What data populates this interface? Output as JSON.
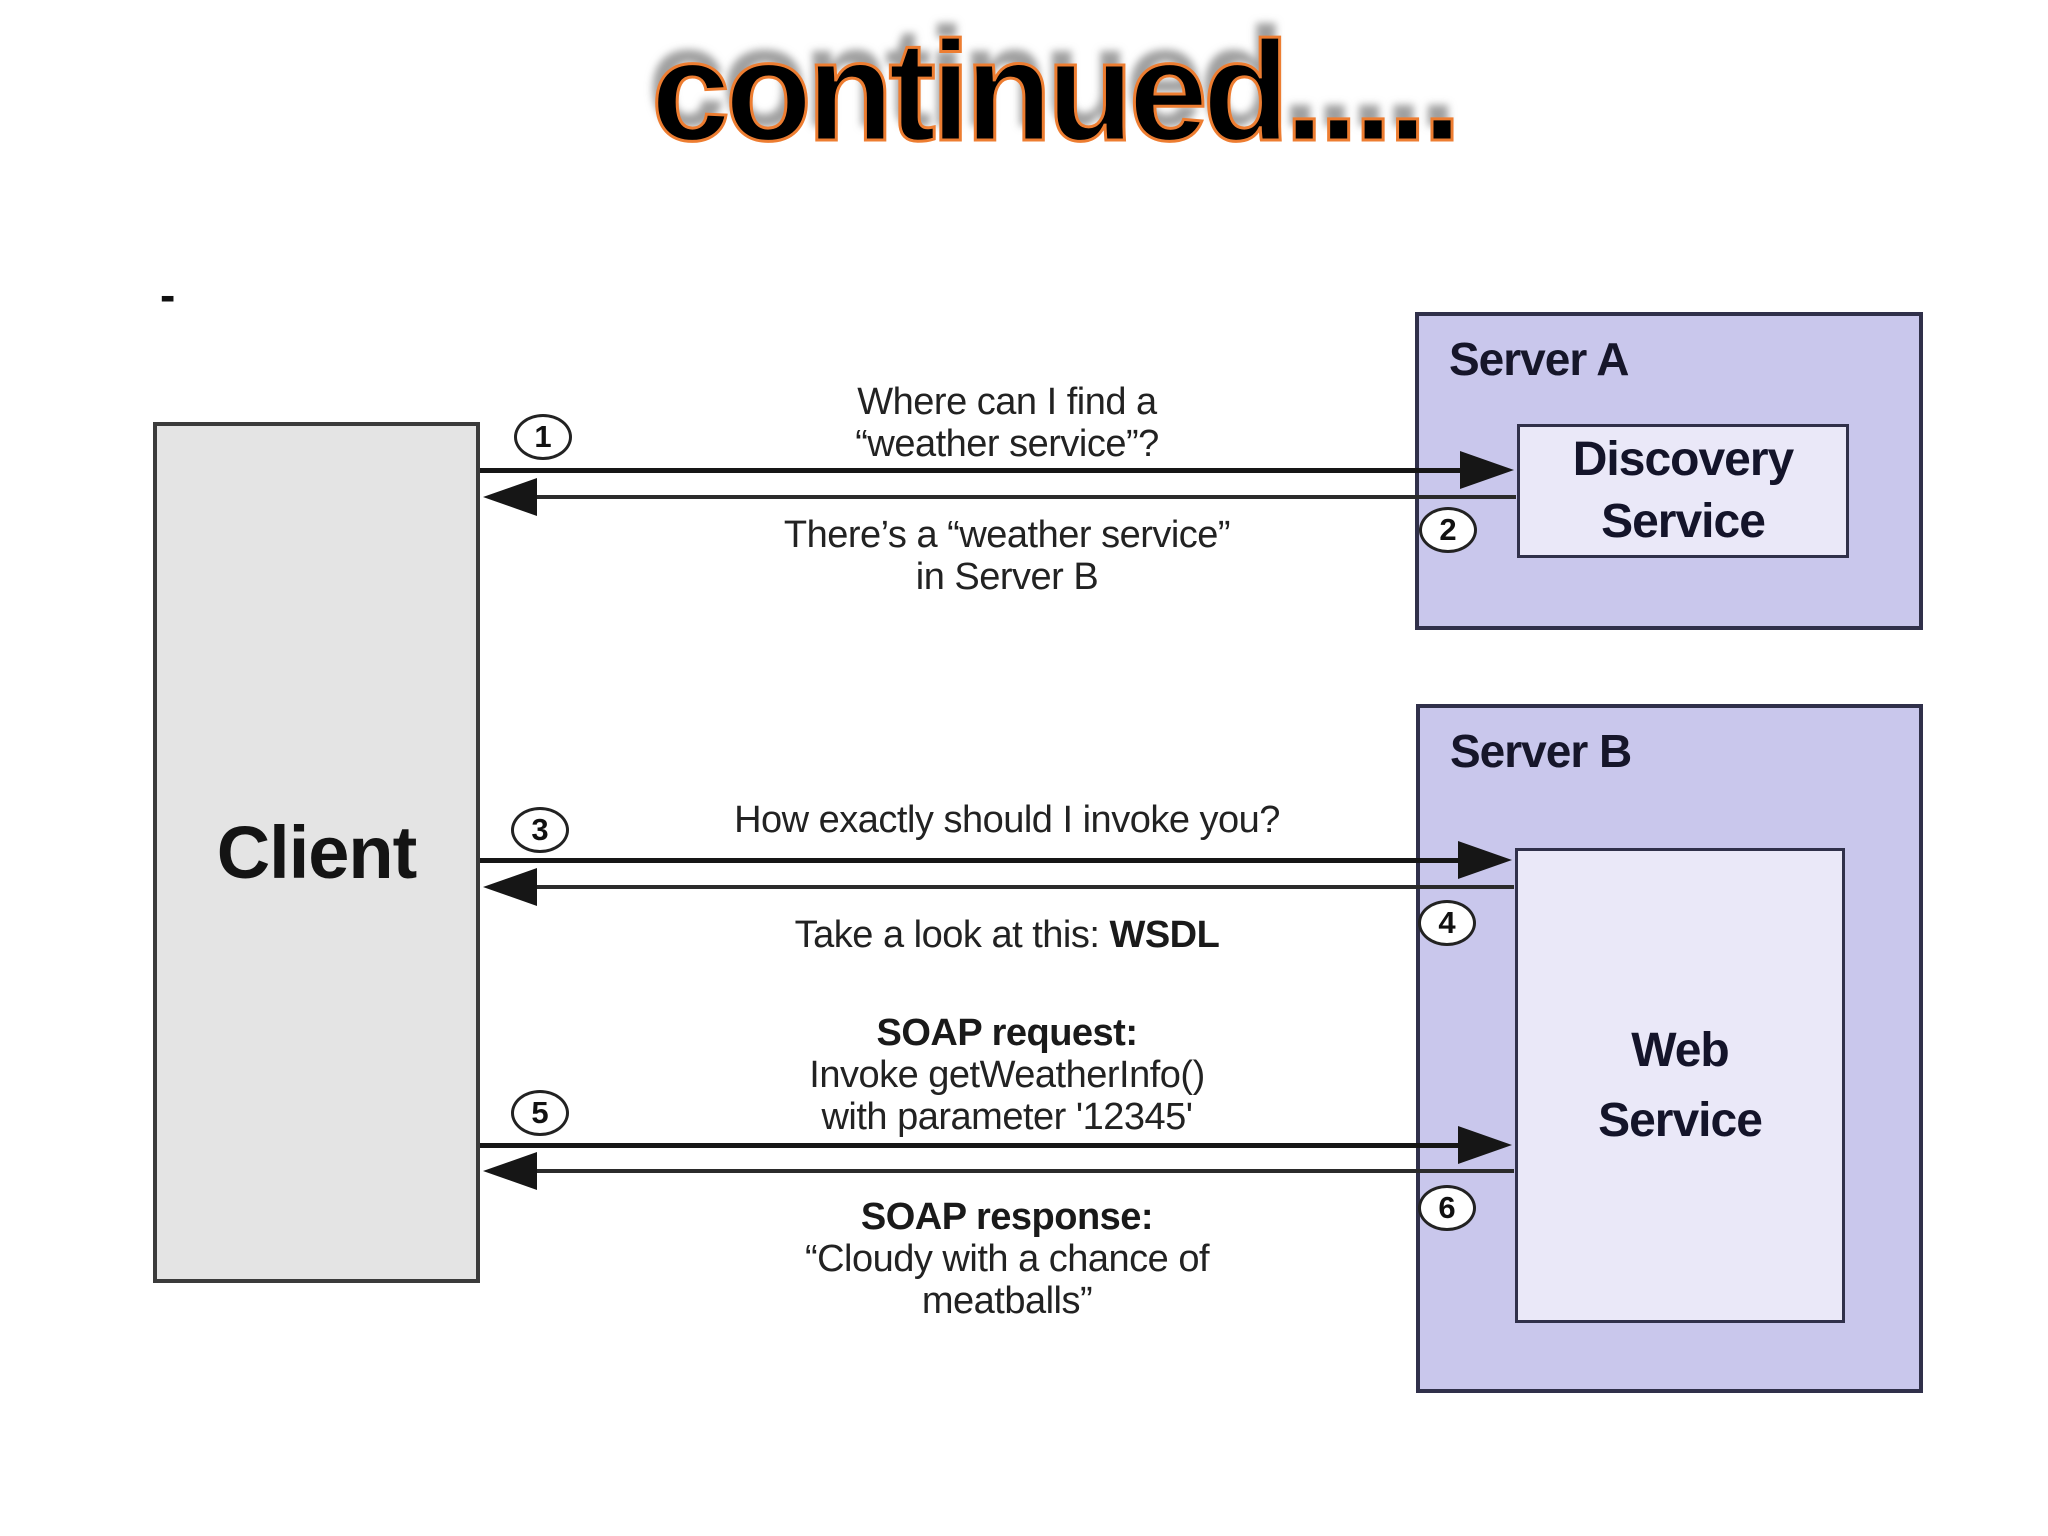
{
  "title": "continued.....",
  "stray_mark": "-",
  "colors": {
    "accent_orange": "#ED7D31",
    "server_fill": "#c9c7ec",
    "inner_box_fill": "#eae8f8",
    "client_fill": "#e4e4e4",
    "line_color": "#161616"
  },
  "client": {
    "label": "Client"
  },
  "servers": {
    "a": {
      "label": "Server A",
      "inner_line1": "Discovery",
      "inner_line2": "Service"
    },
    "b": {
      "label": "Server B",
      "inner_line1": "Web",
      "inner_line2": "Service"
    }
  },
  "steps": [
    "1",
    "2",
    "3",
    "4",
    "5",
    "6"
  ],
  "messages": {
    "m1_line1": "Where can I find a",
    "m1_line2": "“weather service”?",
    "m2_line1": "There’s a “weather service”",
    "m2_line2": "in Server B",
    "m3": "How exactly should I invoke you?",
    "m4_prefix": "Take a look at this: ",
    "m4_bold": "WSDL",
    "m5_line1": "SOAP request:",
    "m5_line2": "Invoke getWeatherInfo()",
    "m5_line3": "with parameter '12345'",
    "m6_line1": "SOAP response:",
    "m6_line2": "“Cloudy with a chance of",
    "m6_line3": "meatballs”"
  }
}
